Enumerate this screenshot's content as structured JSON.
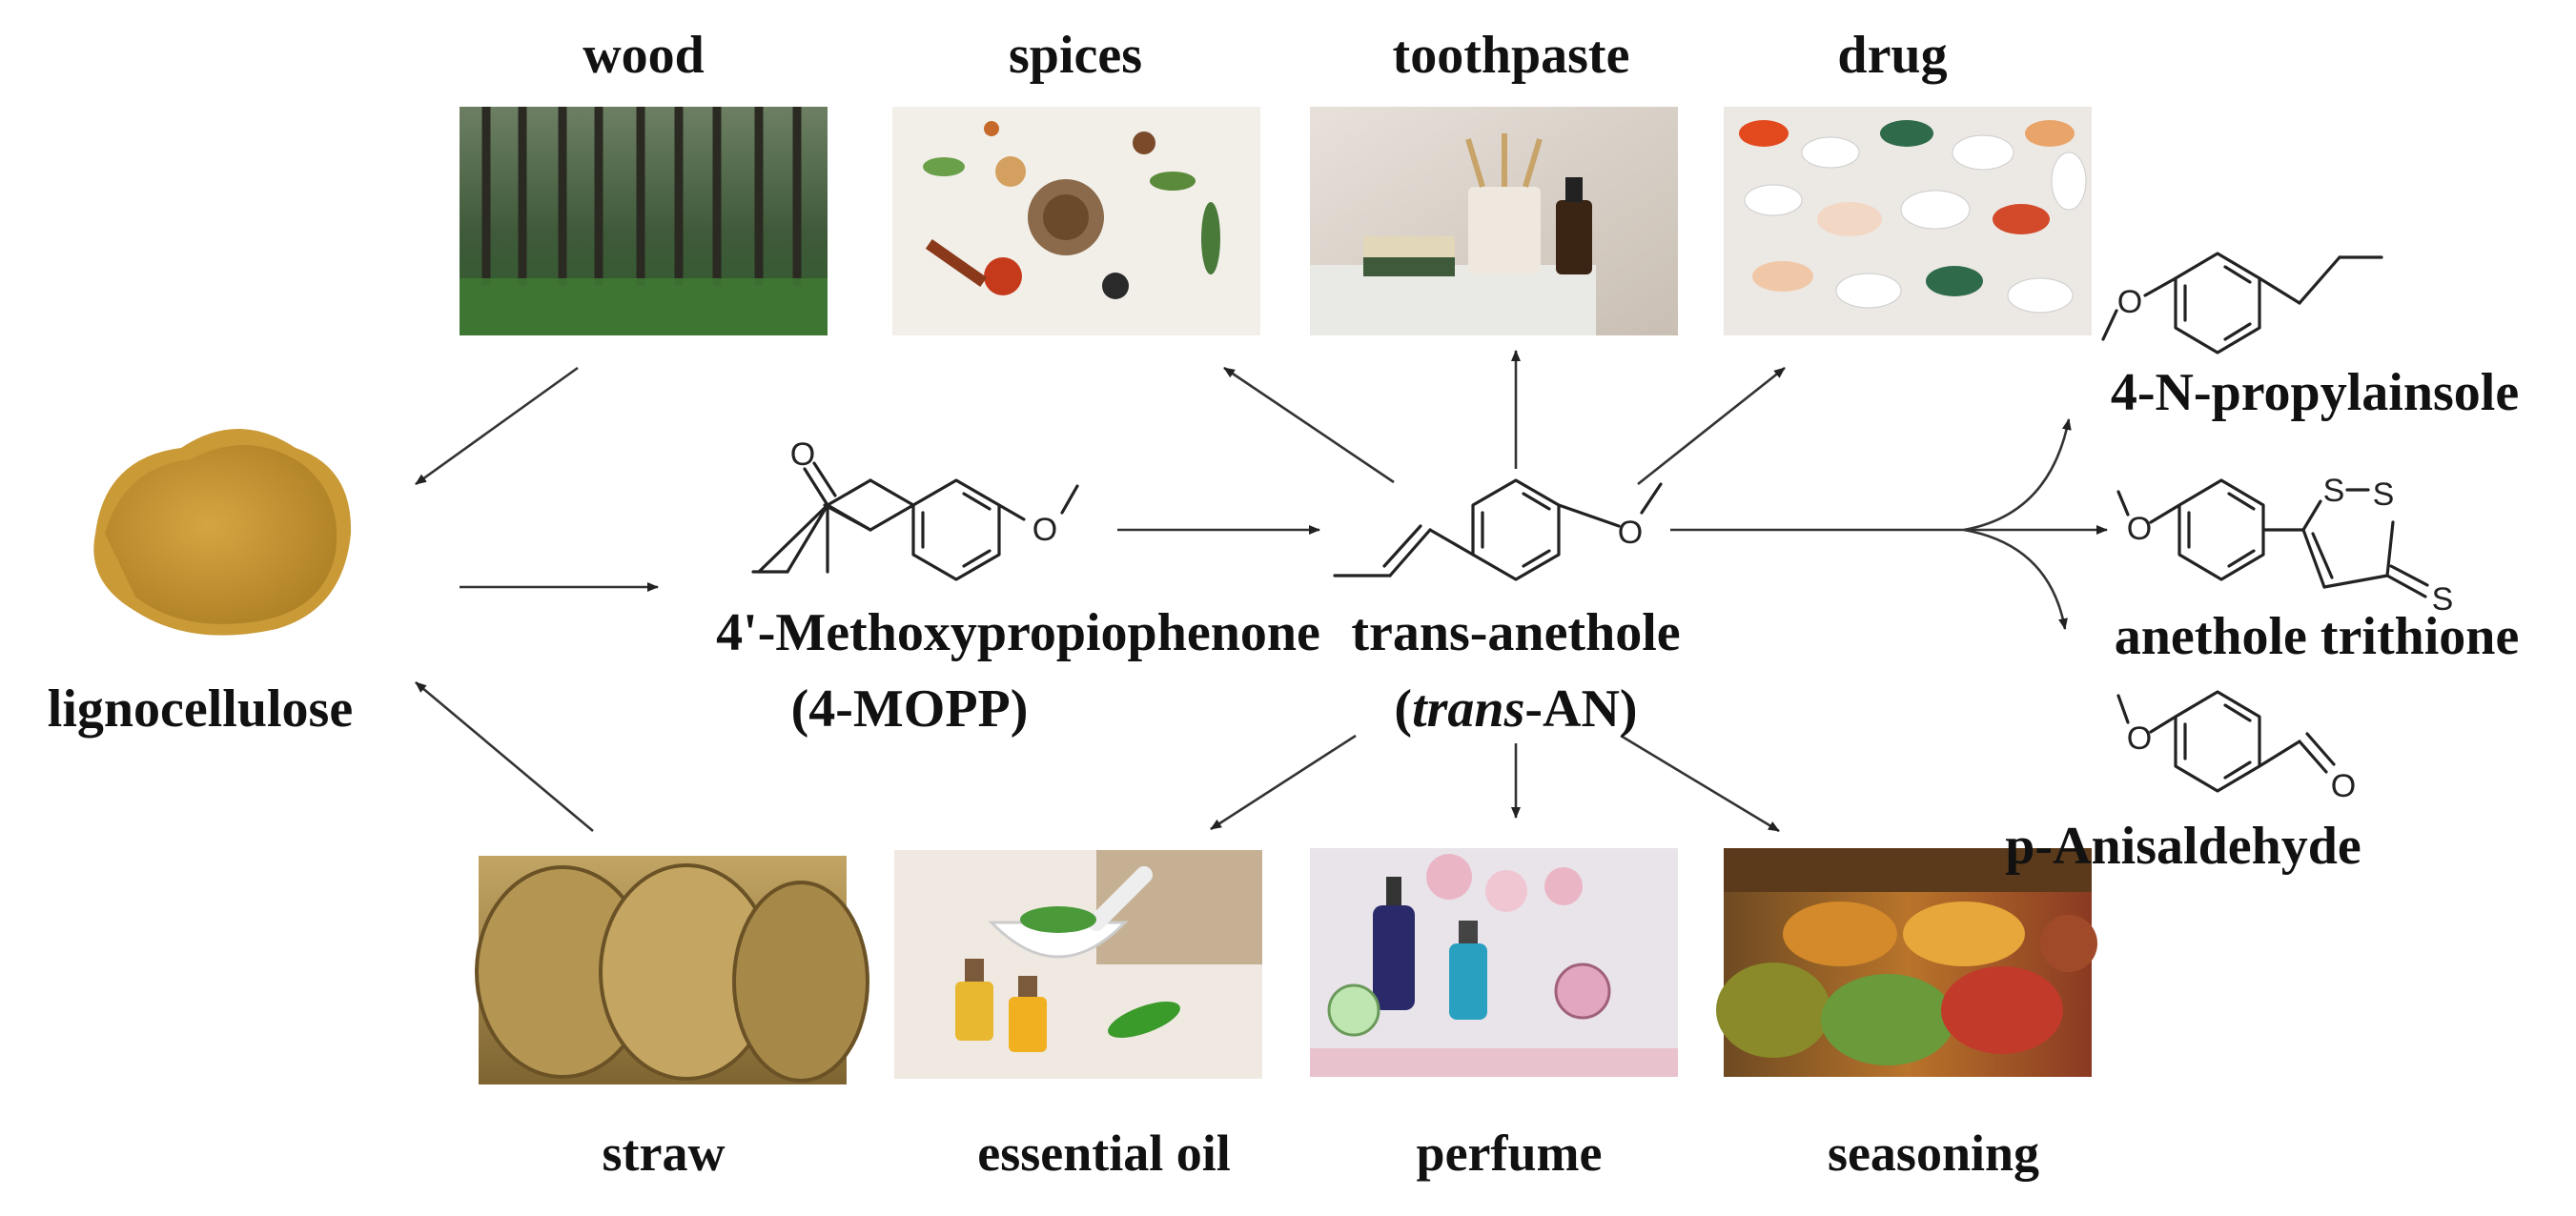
{
  "labels": {
    "wood": "wood",
    "spices": "spices",
    "toothpaste": "toothpaste",
    "drug": "drug",
    "lignocellulose": "lignocellulose",
    "mopp_name": "4'-Methoxypropiophenone",
    "mopp_abbr": "(4-MOPP)",
    "anethole_name": "trans-anethole",
    "anethole_abbr_open": "(",
    "anethole_abbr_italic": "trans",
    "anethole_abbr_rest": "-AN)",
    "propylanisole": "4-N-propylainsole",
    "trithione": "anethole trithione",
    "anisaldehyde": "p-Anisaldehyde",
    "straw": "straw",
    "essential_oil": "essential oil",
    "perfume": "perfume",
    "seasoning": "seasoning"
  },
  "atoms": {
    "oxygen": "O",
    "sulfur": "S"
  },
  "colors": {
    "wood": "#3d5a3a",
    "spices": "#f2efe9",
    "toothpaste": "#d9d3cb",
    "drug": "#ece8e4",
    "lignocellulose": "#c99a36",
    "straw": "#a88a4a",
    "essential_oil": "#efe9e2",
    "perfume": "#e9e3ea",
    "seasoning": "#8a5a2a"
  }
}
